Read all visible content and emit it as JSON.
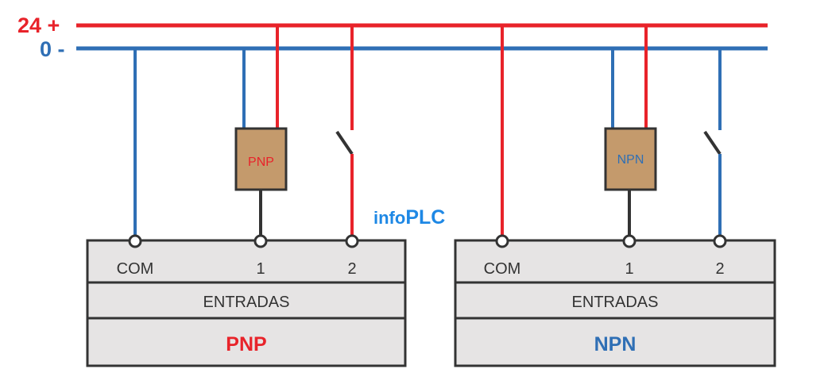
{
  "rails": {
    "positive_label": "24 +",
    "negative_label": "0 -",
    "positive_color": "#e8232a",
    "negative_color": "#2f6fb5"
  },
  "watermark": {
    "prefix": "info",
    "suffix": "PLC",
    "prefix_color": "#1e88e5",
    "suffix_color": "#1e88e5"
  },
  "modules": [
    {
      "terminals": [
        "COM",
        "1",
        "2"
      ],
      "row_label": "ENTRADAS",
      "type_label": "PNP",
      "type_color": "#e8232a",
      "sensor_label": "PNP",
      "sensor_label_color": "#e8232a"
    },
    {
      "terminals": [
        "COM",
        "1",
        "2"
      ],
      "row_label": "ENTRADAS",
      "type_label": "NPN",
      "type_color": "#2f6fb5",
      "sensor_label": "NPN",
      "sensor_label_color": "#2f6fb5"
    }
  ],
  "colors": {
    "sensor_fill": "#c49a6c",
    "module_fill": "#e6e4e4",
    "outline": "#333333"
  }
}
